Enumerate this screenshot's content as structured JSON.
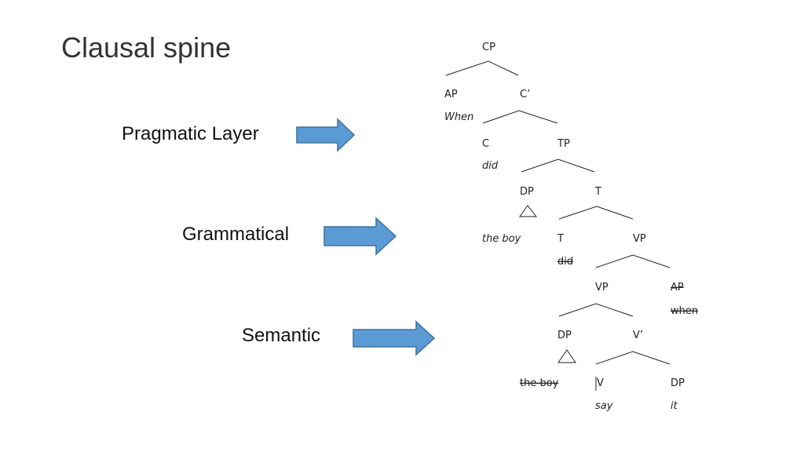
{
  "slide": {
    "title": "Clausal spine"
  },
  "layers": [
    {
      "label": "Pragmatic Layer"
    },
    {
      "label": "Grammatical"
    },
    {
      "label": "Semantic"
    }
  ],
  "colors": {
    "arrow_fill": "#5b9bd5",
    "arrow_stroke": "#41719c"
  },
  "tree": {
    "nodes": {
      "cp": "CP",
      "ap": "AP",
      "ap_word": "When",
      "cbar": "C’",
      "c": "C",
      "c_word": "did",
      "tp": "TP",
      "dp1": "DP",
      "dp1_word": "the boy",
      "t1": "T",
      "t2": "T",
      "t2_word": "did",
      "vp1": "VP",
      "vp2": "VP",
      "ap2": "AP",
      "ap2_word": "when",
      "dp2": "DP",
      "vbar": "V’",
      "dp2_word": "the boy",
      "v": "V",
      "v_word": "say",
      "dp3": "DP",
      "dp3_word": "it"
    }
  }
}
